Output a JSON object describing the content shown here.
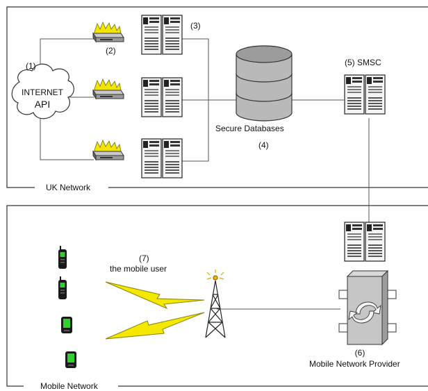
{
  "networks": {
    "uk": {
      "label": "UK Network"
    },
    "mobile": {
      "label": "Mobile Network"
    }
  },
  "internet": {
    "number": "(1)",
    "line1": "INTERNET",
    "line2": "API"
  },
  "firewall_label": "(2)",
  "servers_label": "(3)",
  "databases": {
    "label": "Secure Databases",
    "number": "(4)"
  },
  "smsc": {
    "label": "(5) SMSC"
  },
  "provider": {
    "number": "(6)",
    "label": "Mobile Network Provider"
  },
  "mobile_user": {
    "number": "(7)",
    "label": "the mobile user"
  },
  "colors": {
    "line": "#555555",
    "firewall_flame": "#f2e600",
    "lightning": "#f5e800",
    "phone_screen": "#2fd12f",
    "device": "#1a1a1a"
  }
}
